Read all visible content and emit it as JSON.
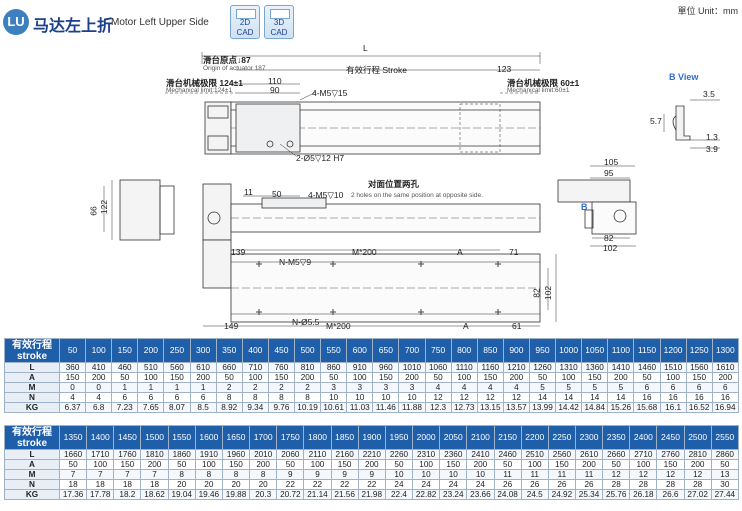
{
  "header": {
    "badge": "LU",
    "title_cn": "马达左上折",
    "title_en": "Motor Left Upper Side",
    "cad_2d": [
      "2D",
      "CAD"
    ],
    "cad_3d": [
      "3D",
      "CAD"
    ],
    "unit": "單位 Unit：mm"
  },
  "drawing": {
    "L": "L",
    "origin_cn": "滑台原点↓87",
    "origin_en": "Origin of actuator 187",
    "stroke": "有效行程 Stroke",
    "mech_left_cn": "滑台机械极限 124±1",
    "mech_left_en": "Mechanical limit:124±1",
    "mech_right_cn": "滑台机械极限 60±1",
    "mech_right_en": "Mechanical limit:60±1",
    "d110": "110",
    "d90": "90",
    "d123": "123",
    "m5_15": "4-M5▽15",
    "d5_h7": "2-Ø5▽12 H7",
    "b_view": "B View",
    "bv_35": "3.5",
    "bv_57": "5.7",
    "bv_13": "1.3",
    "bv_39": "3.9",
    "d105": "105",
    "d95": "95",
    "d82": "82",
    "d102": "102",
    "B": "B",
    "d11": "11",
    "d50": "50",
    "m5_10": "4-M5▽10",
    "holes_en": "2 holes on the same position at opposite side.",
    "holes_cn": "对面位置两孔",
    "d122": "122",
    "d66": "66",
    "d139": "139",
    "M200a": "M*200",
    "A1": "A",
    "d71": "71",
    "nm5_9": "N-M5▽9",
    "d82b": "82",
    "d102b": "102",
    "d149": "149",
    "n55": "N-Ø5.5",
    "M200b": "M*200",
    "A2": "A",
    "d61": "61"
  },
  "tables": [
    {
      "header": [
        "有效行程",
        "stroke"
      ],
      "cols": [
        "50",
        "100",
        "150",
        "200",
        "250",
        "300",
        "350",
        "400",
        "450",
        "500",
        "550",
        "600",
        "650",
        "700",
        "750",
        "800",
        "850",
        "900",
        "950",
        "1000",
        "1050",
        "1100",
        "1150",
        "1200",
        "1250",
        "1300"
      ],
      "rows": [
        {
          "label": "L",
          "values": [
            "360",
            "410",
            "460",
            "510",
            "560",
            "610",
            "660",
            "710",
            "760",
            "810",
            "860",
            "910",
            "960",
            "1010",
            "1060",
            "1110",
            "1160",
            "1210",
            "1260",
            "1310",
            "1360",
            "1410",
            "1460",
            "1510",
            "1560",
            "1610"
          ]
        },
        {
          "label": "A",
          "values": [
            "150",
            "200",
            "50",
            "100",
            "150",
            "200",
            "50",
            "100",
            "150",
            "200",
            "50",
            "100",
            "150",
            "200",
            "50",
            "100",
            "150",
            "200",
            "50",
            "100",
            "150",
            "200",
            "50",
            "100",
            "150",
            "200"
          ]
        },
        {
          "label": "M",
          "values": [
            "0",
            "0",
            "1",
            "1",
            "1",
            "1",
            "2",
            "2",
            "2",
            "2",
            "3",
            "3",
            "3",
            "3",
            "4",
            "4",
            "4",
            "4",
            "5",
            "5",
            "5",
            "5",
            "6",
            "6",
            "6",
            "6"
          ]
        },
        {
          "label": "N",
          "values": [
            "4",
            "4",
            "6",
            "6",
            "6",
            "6",
            "8",
            "8",
            "8",
            "8",
            "10",
            "10",
            "10",
            "10",
            "12",
            "12",
            "12",
            "12",
            "14",
            "14",
            "14",
            "14",
            "16",
            "16",
            "16",
            "16"
          ]
        },
        {
          "label": "KG",
          "values": [
            "6.37",
            "6.8",
            "7.23",
            "7.65",
            "8.07",
            "8.5",
            "8.92",
            "9.34",
            "9.76",
            "10.19",
            "10.61",
            "11.03",
            "11.46",
            "11.88",
            "12.3",
            "12.73",
            "13.15",
            "13.57",
            "13.99",
            "14.42",
            "14.84",
            "15.26",
            "15.68",
            "16.1",
            "16.52",
            "16.94"
          ]
        }
      ]
    },
    {
      "header": [
        "有效行程",
        "stroke"
      ],
      "cols": [
        "1350",
        "1400",
        "1450",
        "1500",
        "1550",
        "1600",
        "1650",
        "1700",
        "1750",
        "1800",
        "1850",
        "1900",
        "1950",
        "2000",
        "2050",
        "2100",
        "2150",
        "2200",
        "2250",
        "2300",
        "2350",
        "2400",
        "2450",
        "2500",
        "2550"
      ],
      "rows": [
        {
          "label": "L",
          "values": [
            "1660",
            "1710",
            "1760",
            "1810",
            "1860",
            "1910",
            "1960",
            "2010",
            "2060",
            "2110",
            "2160",
            "2210",
            "2260",
            "2310",
            "2360",
            "2410",
            "2460",
            "2510",
            "2560",
            "2610",
            "2660",
            "2710",
            "2760",
            "2810",
            "2860"
          ]
        },
        {
          "label": "A",
          "values": [
            "50",
            "100",
            "150",
            "200",
            "50",
            "100",
            "150",
            "200",
            "50",
            "100",
            "150",
            "200",
            "50",
            "100",
            "150",
            "200",
            "50",
            "100",
            "150",
            "200",
            "50",
            "100",
            "150",
            "200",
            "50"
          ]
        },
        {
          "label": "M",
          "values": [
            "7",
            "7",
            "7",
            "7",
            "8",
            "8",
            "8",
            "8",
            "9",
            "9",
            "9",
            "9",
            "10",
            "10",
            "10",
            "10",
            "11",
            "11",
            "11",
            "11",
            "12",
            "12",
            "12",
            "12",
            "13"
          ]
        },
        {
          "label": "N",
          "values": [
            "18",
            "18",
            "18",
            "18",
            "20",
            "20",
            "20",
            "20",
            "22",
            "22",
            "22",
            "22",
            "24",
            "24",
            "24",
            "24",
            "26",
            "26",
            "26",
            "26",
            "28",
            "28",
            "28",
            "28",
            "30"
          ]
        },
        {
          "label": "KG",
          "values": [
            "17.36",
            "17.78",
            "18.2",
            "18.62",
            "19.04",
            "19.46",
            "19.88",
            "20.3",
            "20.72",
            "21.14",
            "21.56",
            "21.98",
            "22.4",
            "22.82",
            "23.24",
            "23.66",
            "24.08",
            "24.5",
            "24.92",
            "25.34",
            "25.76",
            "26.18",
            "26.6",
            "27.02",
            "27.44"
          ]
        }
      ]
    }
  ]
}
